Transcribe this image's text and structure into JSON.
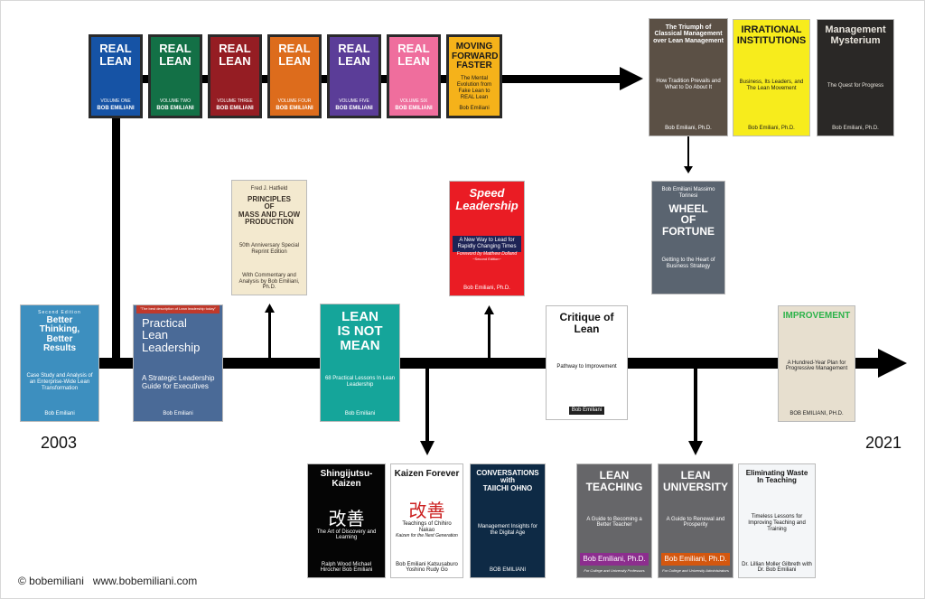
{
  "colors": {
    "line": "#000000",
    "real_lean_1": "#1653a5",
    "real_lean_2": "#137046",
    "real_lean_3": "#951d23",
    "real_lean_4": "#dd6c1c",
    "real_lean_5": "#5b3d98",
    "real_lean_6": "#ef6e9d",
    "moving_forward": "#f5b21a"
  },
  "years": {
    "start": "2003",
    "end": "2021"
  },
  "footer": {
    "copyright": "© bobemiliani",
    "website": "www.bobemiliani.com"
  },
  "books": [
    {
      "key": "real-lean-1",
      "title": [
        "REAL",
        "LEAN"
      ],
      "volume": "Volume One",
      "author": "Bob Emiliani",
      "bg": "#1653a5",
      "fg": "#ffffff"
    },
    {
      "key": "real-lean-2",
      "title": [
        "REAL",
        "LEAN"
      ],
      "volume": "Volume Two",
      "author": "Bob Emiliani",
      "bg": "#137046",
      "fg": "#ffffff"
    },
    {
      "key": "real-lean-3",
      "title": [
        "REAL",
        "LEAN"
      ],
      "volume": "Volume Three",
      "author": "Bob Emiliani",
      "bg": "#951d23",
      "fg": "#ffffff"
    },
    {
      "key": "real-lean-4",
      "title": [
        "REAL",
        "LEAN"
      ],
      "volume": "Volume Four",
      "author": "Bob Emiliani",
      "bg": "#dd6c1c",
      "fg": "#ffffff"
    },
    {
      "key": "real-lean-5",
      "title": [
        "REAL",
        "LEAN"
      ],
      "volume": "Volume Five",
      "author": "Bob Emiliani",
      "bg": "#5b3d98",
      "fg": "#ffffff"
    },
    {
      "key": "real-lean-6",
      "title": [
        "REAL",
        "LEAN"
      ],
      "volume": "Volume Six",
      "author": "Bob Emiliani",
      "bg": "#ef6e9d",
      "fg": "#ffffff"
    },
    {
      "key": "moving-forward-faster",
      "title": [
        "MOVING",
        "FORWARD",
        "FASTER"
      ],
      "subtitle": "The Mental Evolution from Fake Lean to REAL Lean",
      "author": "Bob Emiliani",
      "bg": "#f5b21a",
      "fg": "#1a1a1a"
    },
    {
      "key": "triumph-classical-management",
      "title": [
        "The Triumph of",
        "Classical Management",
        "over Lean Management"
      ],
      "subtitle": "How Tradition Prevails and What to Do About It",
      "author": "Bob Emiliani, Ph.D.",
      "bg": "#5b5045",
      "fg": "#ffffff"
    },
    {
      "key": "irrational-institutions",
      "title": [
        "IRRATIONAL",
        "INSTITUTIONS"
      ],
      "subtitle": "Business, Its Leaders, and The Lean Movement",
      "author": "Bob Emiliani, Ph.D.",
      "bg": "#f7ec1c",
      "fg": "#1a1a1a"
    },
    {
      "key": "management-mysterium",
      "title": [
        "Management",
        "Mysterium"
      ],
      "subtitle": "The Quest for Progress",
      "author": "Bob Emiliani, Ph.D.",
      "bg": "#2a2826",
      "fg": "#e8e4dc"
    },
    {
      "key": "wheel-of-fortune",
      "authors": "Bob Emiliani Massimo Torinesi",
      "title": [
        "WHEEL",
        "OF",
        "FORTUNE"
      ],
      "subtitle": "Getting to the Heart of Business Strategy",
      "bg": "#5a6470",
      "fg": "#ffffff"
    },
    {
      "key": "better-thinking",
      "edition": "Second Edition",
      "title": [
        "Better",
        "Thinking,",
        "Better",
        "Results"
      ],
      "subtitle": "Case Study and Analysis of an Enterprise-Wide Lean Transformation",
      "author": "Bob Emiliani",
      "bg": "#3d8fbf",
      "fg": "#ffffff"
    },
    {
      "key": "practical-lean-leadership",
      "tagline": "\"The best description of Lean leadership today\"",
      "title": [
        "Practical",
        "Lean",
        "Leadership"
      ],
      "subtitle": "A Strategic Leadership Guide for Executives",
      "author": "Bob Emiliani",
      "bg": "#4a6a97",
      "fg": "#ffffff"
    },
    {
      "key": "principles-mass-flow",
      "authors": "Fred J. Hatfield",
      "title": [
        "PRINCIPLES",
        "OF",
        "MASS AND FLOW",
        "PRODUCTION"
      ],
      "subtitle": "50th Anniversary Special Reprint Edition",
      "author": "With Commentary and Analysis by Bob Emiliani, Ph.D.",
      "bg": "#f3e9cf",
      "fg": "#3a3128"
    },
    {
      "key": "lean-is-not-mean",
      "title": [
        "LEAN",
        "IS NOT",
        "MEAN"
      ],
      "subtitle": "68 Practical Lessons In Lean Leadership",
      "author": "Bob Emiliani",
      "bg": "#15a59a",
      "fg": "#ffffff"
    },
    {
      "key": "speed-leadership",
      "title": [
        "Speed",
        "Leadership"
      ],
      "subtitle": "A New Way to Lead for Rapidly Changing Times",
      "author": "Bob Emiliani, Ph.D.",
      "tagline": "Foreword by Matthew Dolland",
      "edition": "~Second Edition~",
      "bg": "#ea1c24",
      "fg": "#ffffff"
    },
    {
      "key": "critique-of-lean",
      "title": [
        "Critique of Lean"
      ],
      "subtitle": "Pathway to Improvement",
      "author": "Bob Emiliani",
      "bg": "#ffffff",
      "fg": "#111111"
    },
    {
      "key": "improvement",
      "title": [
        "IMPROVEMENT"
      ],
      "subtitle": "A Hundred-Year Plan for Progressive Management",
      "author": "BOB EMILIANI, PH.D.",
      "bg": "#e7dfcf",
      "fg": "#222222"
    },
    {
      "key": "shingijutsu-kaizen",
      "title": [
        "Shingijutsu-Kaizen"
      ],
      "subtitle": "The Art of Discovery and Learning",
      "glyph": "改善",
      "author": "Ralph Wood Michael Hirocher Bob Emiliani",
      "bg": "#050505",
      "fg": "#ffffff"
    },
    {
      "key": "kaizen-forever",
      "title": [
        "Kaizen Forever"
      ],
      "subtitle": "Teachings of Chihiro Nakao",
      "tagline": "Kaizen for the Next Generation",
      "glyph": "改善",
      "author": "Bob Emiliani Katsusaburo Yoshino Rudy Go",
      "bg": "#ffffff",
      "fg": "#111111"
    },
    {
      "key": "conversations-taiichi-ohno",
      "title": [
        "CONVERSATIONS",
        "with",
        "TAIICHI OHNO"
      ],
      "subtitle": "Management Insights for the Digital Age",
      "author": "BOB EMILIANI",
      "bg": "#0e2a45",
      "fg": "#ffffff"
    },
    {
      "key": "lean-teaching",
      "title": [
        "LEAN",
        "TEACHING"
      ],
      "subtitle": "A Guide to Becoming a Better Teacher",
      "author": "Bob Emiliani, Ph.D.",
      "tagline": "For College and University Professors",
      "band": "#8c2e8e",
      "bg": "#666669",
      "fg": "#ffffff"
    },
    {
      "key": "lean-university",
      "title": [
        "LEAN",
        "UNIVERSITY"
      ],
      "subtitle": "A Guide to Renewal and Prosperity",
      "author": "Bob Emiliani, Ph.D.",
      "tagline": "For College and University Administrators",
      "band": "#d4570f",
      "bg": "#666669",
      "fg": "#ffffff"
    },
    {
      "key": "eliminating-waste",
      "title": [
        "Eliminating Waste",
        "In Teaching"
      ],
      "subtitle": "Timeless Lessons for Improving Teaching and Training",
      "author": "Dr. Lillian Moller Gilbreth with Dr. Bob Emiliani",
      "bg": "#f4f6f8",
      "fg": "#111111"
    }
  ]
}
